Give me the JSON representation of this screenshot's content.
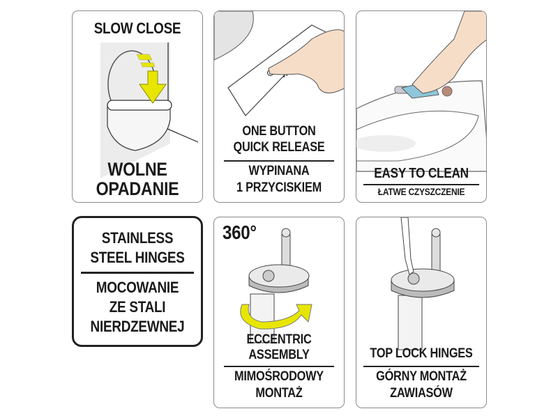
{
  "cards": [
    {
      "en": "SLOW CLOSE",
      "pl": [
        "WOLNE",
        "OPADANIE"
      ],
      "icon": "toilet-slow-close-illustration",
      "arrow_color": "#e8e600"
    },
    {
      "en": [
        "ONE BUTTON",
        "QUICK RELEASE"
      ],
      "pl": [
        "WYPINANA",
        "1 PRZYCISKIEM"
      ],
      "icon": "quick-release-button-illustration"
    },
    {
      "en": "EASY TO CLEAN",
      "pl": "ŁATWE CZYSZCZENIE",
      "icon": "cleaning-hand-illustration"
    },
    {
      "en": [
        "STAINLESS",
        "STEEL HINGES"
      ],
      "pl": [
        "MOCOWANIE",
        "ZE STALI",
        "NIERDZEWNEJ"
      ]
    },
    {
      "badge": "360°",
      "en": [
        "ECCENTRIC",
        "ASSEMBLY"
      ],
      "pl": [
        "MIMOŚRODOWY",
        "MONTAŻ"
      ],
      "icon": "eccentric-hinge-illustration"
    },
    {
      "en": "TOP LOCK HINGES",
      "pl": [
        "GÓRNY MONTAŻ",
        "ZAWIASÓW"
      ],
      "icon": "top-lock-hinge-illustration"
    }
  ]
}
